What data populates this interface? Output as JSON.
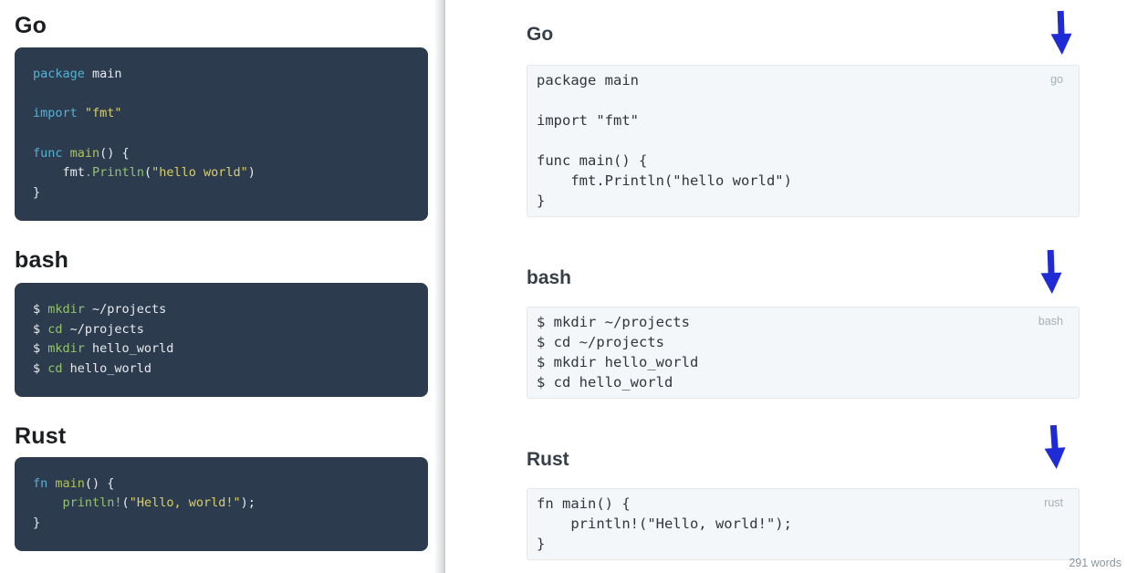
{
  "preview_pane": {
    "sections": [
      {
        "heading": "Go",
        "lines": [
          [
            {
              "t": "package",
              "c": "kw"
            },
            {
              "t": " main",
              "c": "pl"
            }
          ],
          [],
          [
            {
              "t": "import",
              "c": "kw"
            },
            {
              "t": " ",
              "c": "pl"
            },
            {
              "t": "\"fmt\"",
              "c": "str"
            }
          ],
          [],
          [
            {
              "t": "func",
              "c": "kw"
            },
            {
              "t": " ",
              "c": "pl"
            },
            {
              "t": "main",
              "c": "fn"
            },
            {
              "t": "() {",
              "c": "pl"
            }
          ],
          [
            {
              "t": "    fmt",
              "c": "pl"
            },
            {
              "t": ".",
              "c": "pu"
            },
            {
              "t": "Println",
              "c": "bi"
            },
            {
              "t": "(",
              "c": "pl"
            },
            {
              "t": "\"hello world\"",
              "c": "str"
            },
            {
              "t": ")",
              "c": "pl"
            }
          ],
          [
            {
              "t": "}",
              "c": "pl"
            }
          ]
        ]
      },
      {
        "heading": "bash",
        "lines": [
          [
            {
              "t": "$ ",
              "c": "pl"
            },
            {
              "t": "mkdir",
              "c": "bi"
            },
            {
              "t": " ~/projects",
              "c": "pl"
            }
          ],
          [
            {
              "t": "$ ",
              "c": "pl"
            },
            {
              "t": "cd",
              "c": "bi"
            },
            {
              "t": " ~/projects",
              "c": "pl"
            }
          ],
          [
            {
              "t": "$ ",
              "c": "pl"
            },
            {
              "t": "mkdir",
              "c": "bi"
            },
            {
              "t": " hello_world",
              "c": "pl"
            }
          ],
          [
            {
              "t": "$ ",
              "c": "pl"
            },
            {
              "t": "cd",
              "c": "bi"
            },
            {
              "t": " hello_world",
              "c": "pl"
            }
          ]
        ]
      },
      {
        "heading": "Rust",
        "lines": [
          [
            {
              "t": "fn",
              "c": "kw"
            },
            {
              "t": " ",
              "c": "pl"
            },
            {
              "t": "main",
              "c": "fn"
            },
            {
              "t": "() {",
              "c": "pl"
            }
          ],
          [
            {
              "t": "    ",
              "c": "pl"
            },
            {
              "t": "println!",
              "c": "bi"
            },
            {
              "t": "(",
              "c": "pl"
            },
            {
              "t": "\"Hello, world!\"",
              "c": "str"
            },
            {
              "t": ");",
              "c": "pl"
            }
          ],
          [
            {
              "t": "}",
              "c": "pl"
            }
          ]
        ]
      }
    ]
  },
  "editor_pane": {
    "sections": [
      {
        "heading": "Go",
        "tag": "go",
        "code": "package main\n\nimport \"fmt\"\n\nfunc main() {\n    fmt.Println(\"hello world\")\n}"
      },
      {
        "heading": "bash",
        "tag": "bash",
        "code": "$ mkdir ~/projects\n$ cd ~/projects\n$ mkdir hello_world\n$ cd hello_world"
      },
      {
        "heading": "Rust",
        "tag": "rust",
        "code": "fn main() {\n    println!(\"Hello, world!\");\n}"
      }
    ],
    "word_count": "291 words"
  },
  "icons": {
    "annotation_arrow": "down-arrow"
  },
  "colors": {
    "arrow_blue": "#1f2bd4",
    "dark_code_bg": "#2d3b4e",
    "light_code_bg": "#f4f7f9",
    "light_code_border": "#e3e8ec",
    "token_keyword": "#58b1d1",
    "token_function": "#aec25c",
    "token_string": "#d8d06c",
    "token_builtin": "#93c46d",
    "lang_tag_gray": "#a6b0ba",
    "word_count_gray": "#8a96a3"
  }
}
